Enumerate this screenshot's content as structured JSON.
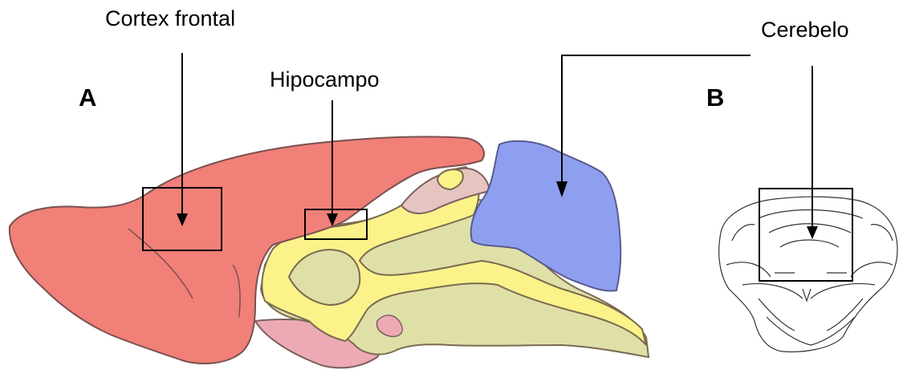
{
  "labels": {
    "cortex_frontal": "Cortex frontal",
    "hipocampo": "Hipocampo",
    "cerebelo": "Cerebelo",
    "panel_a": "A",
    "panel_b": "B"
  },
  "colors": {
    "cortex": "#f08078",
    "hippocampus_tissue": "#fbf28a",
    "cerebellum": "#8f9ff0",
    "thalamus_brainstem": "#dfe0a8",
    "olfactory_hypothalamus": "#eeaab4",
    "hippocampus_pink": "#e6c4c0",
    "outline": "#6a5a50",
    "annotation": "#000000"
  }
}
